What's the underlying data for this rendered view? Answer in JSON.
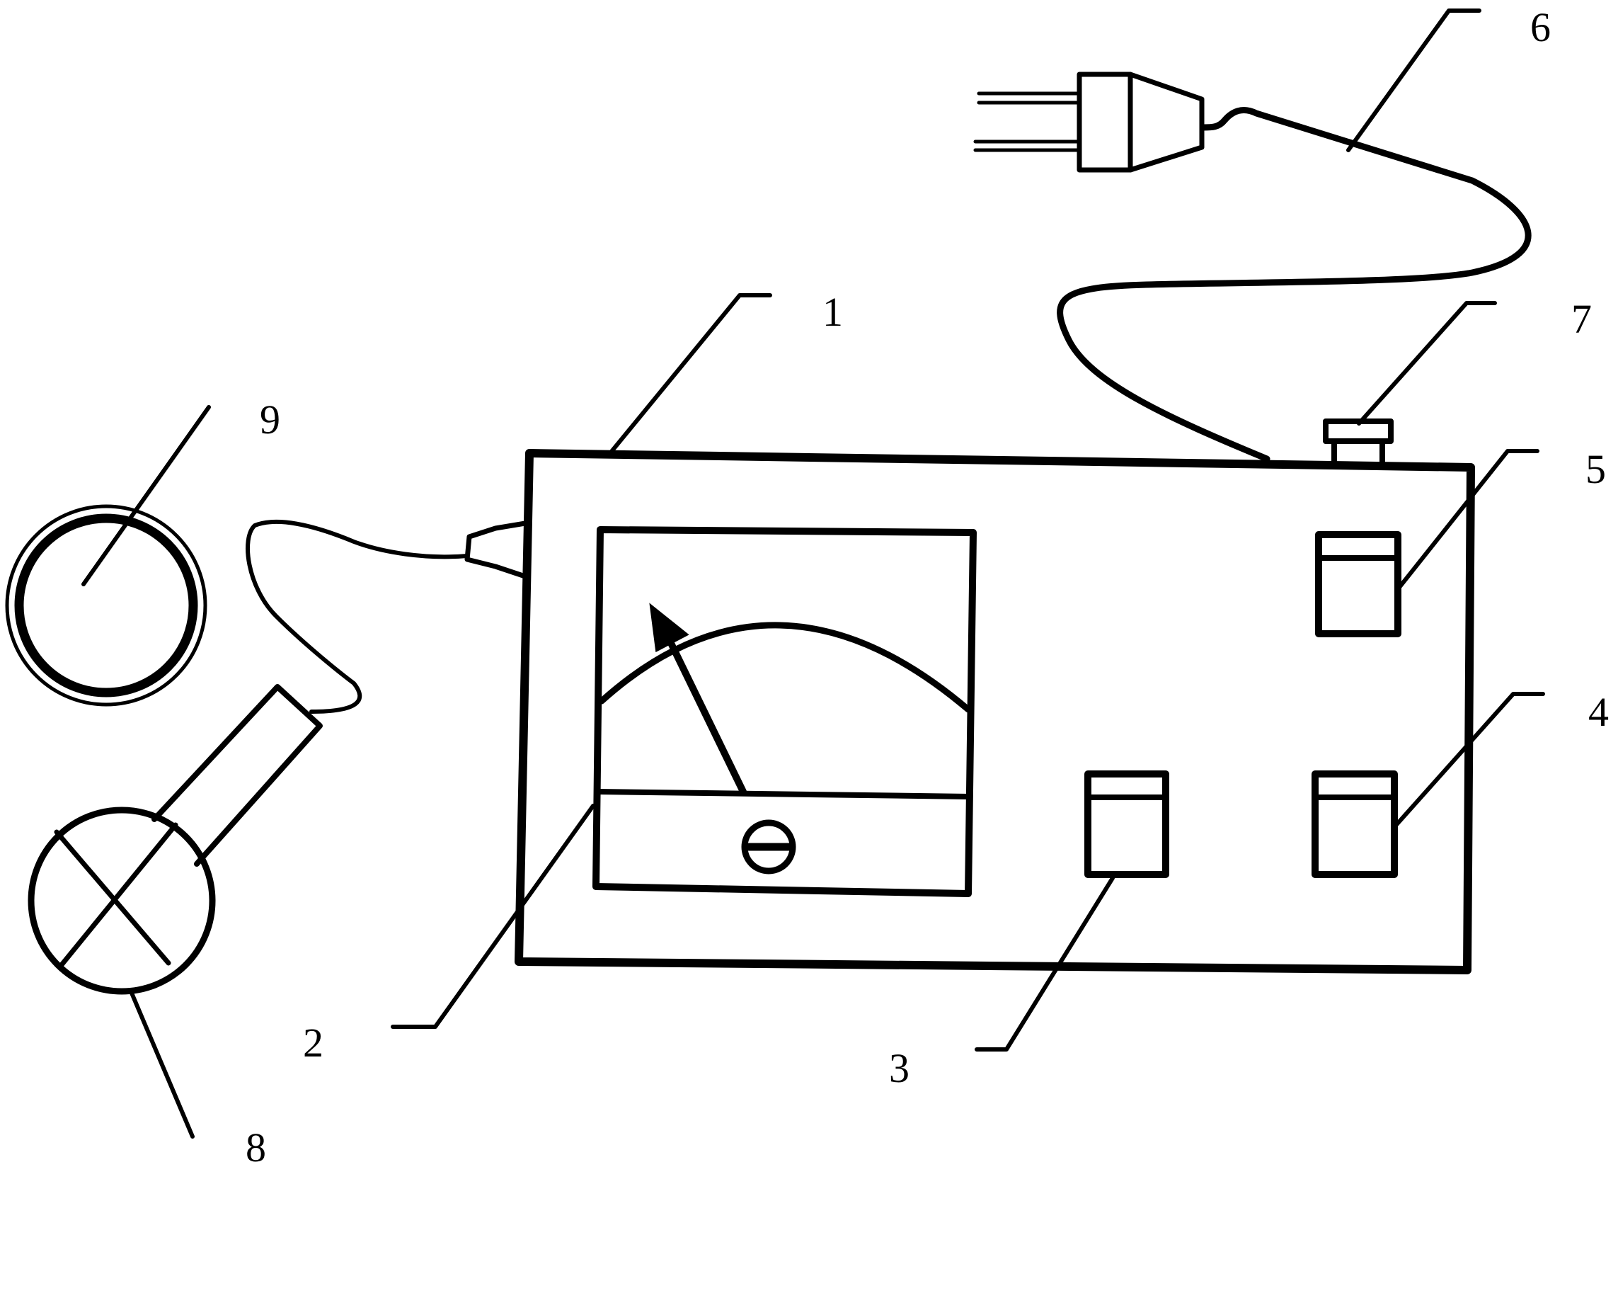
{
  "figure": {
    "labels": {
      "housing": "1",
      "meter": "2",
      "switch_3": "3",
      "switch_4": "4",
      "switch_5": "5",
      "power_cord": "6",
      "top_knob": "7",
      "probe": "8",
      "ring": "9"
    },
    "colors": {
      "line": "#000000",
      "background": "#ffffff"
    }
  }
}
